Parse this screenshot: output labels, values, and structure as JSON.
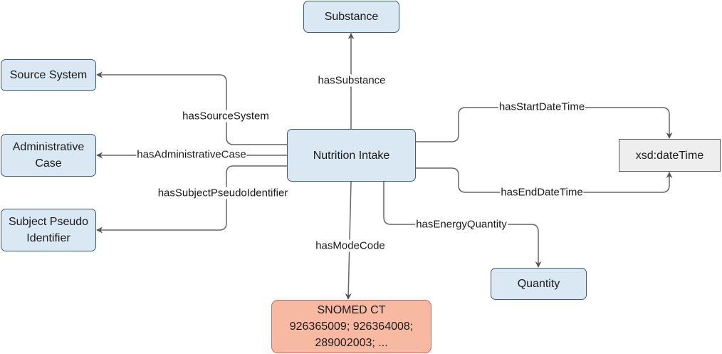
{
  "nodes": {
    "center": "Nutrition Intake",
    "substance": "Substance",
    "source_system": "Source System",
    "administrative_case": "Administrative\nCase",
    "subject_pseudo_identifier": "Subject Pseudo\nIdentifier",
    "datetime": "xsd:dateTime",
    "quantity": "Quantity",
    "snomed": "SNOMED CT\n926365009; 926364008;\n289002003; ..."
  },
  "edges": {
    "has_substance": "hasSubstance",
    "has_source_system": "hasSourceSystem",
    "has_administrative_case": "hasAdministrativeCase",
    "has_subject_pseudo_identifier": "hasSubjectPseudoIdentifier",
    "has_start_date_time": "hasStartDateTime",
    "has_end_date_time": "hasEndDateTime",
    "has_energy_quantity": "hasEnergyQuantity",
    "has_mode_code": "hasModeCode"
  },
  "colors": {
    "class_fill": "#dae8f3",
    "class_border": "#3b5a76",
    "literal_fill": "#eeeeee",
    "external_fill": "#f8b9a3",
    "external_border": "#d9674f",
    "edge": "#555555"
  }
}
